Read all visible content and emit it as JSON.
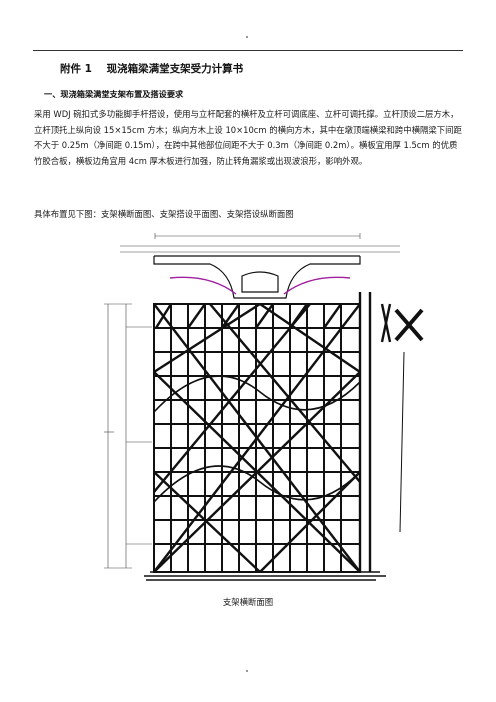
{
  "heading": {
    "title": "附件 1    现浇箱梁满堂支架受力计算书",
    "section": "一、现浇箱梁满堂支架布置及搭设要求"
  },
  "body": {
    "paragraph": "采用 WDJ 碗扣式多功能脚手杆搭设，使用与立杆配套的横杆及立杆可调底座、立杆可调托撑。立杆顶设二层方木，立杆顶托上纵向设 15×15cm 方木；纵向方木上设 10×10cm 的横向方木，其中在墩顶端横梁和跨中横隔梁下间距不大于 0.25m（净间距 0.15m），在跨中其他部位间距不大于 0.3m（净间距 0.2m）。横板宜用厚 1.5cm 的优质竹胶合板，横板边角宜用 4cm 厚木板进行加强，防止转角漏浆或出现波浪形，影响外观。",
    "layout_line": "具体布置见下图：支架横断面图、支架搭设平面图、支架搭设纵断面图"
  },
  "figure": {
    "caption": "支架横断面图"
  },
  "colors": {
    "ink": "#111111",
    "accent": "#a020a0"
  }
}
